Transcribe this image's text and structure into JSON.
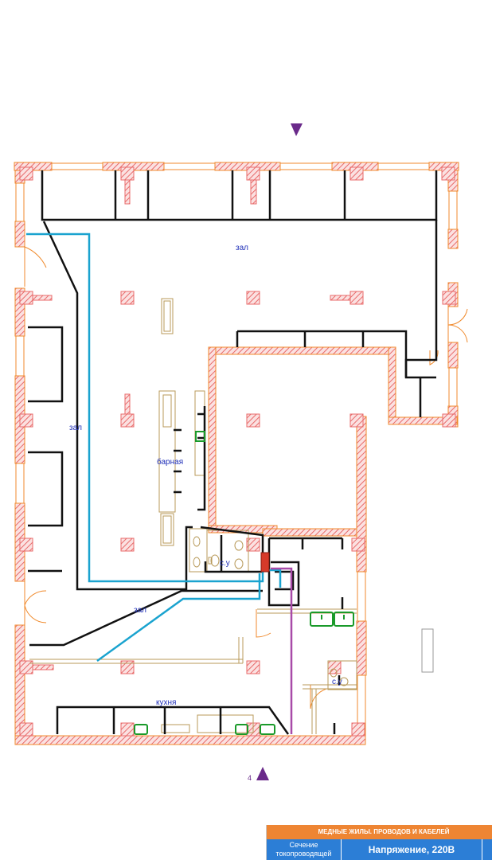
{
  "rooms": {
    "hall_top": "зал",
    "hall_left": "зал",
    "hall_bottom": "зал",
    "bar": "барная",
    "wc_upper": "с.у",
    "wc_lower": "с.у",
    "kitchen": "кухня"
  },
  "markers": {
    "bottom_number": "4"
  },
  "legend": {
    "title": "МЕДНЫЕ ЖИЛЫ. ПРОВОДОВ И КАБЕЛЕЙ",
    "col_section": "Сечение токопроводящей",
    "col_voltage": "Напряжение, 220В"
  },
  "colors": {
    "wall_hatch": "#e86a6a",
    "outline_orange": "#f08a2c",
    "partition": "#111111",
    "cable_blue": "#1aa3cf",
    "cable_purple": "#a84aa8",
    "fixture_green": "#1a9a2a",
    "marker_purple": "#6a2a8a",
    "label_blue": "#1f2fb8"
  }
}
